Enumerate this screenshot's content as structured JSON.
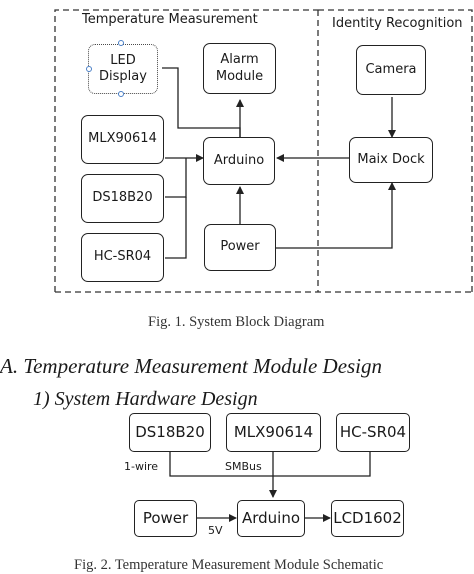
{
  "figure1": {
    "regions": {
      "temperature": "Temperature Measurement",
      "identity": "Identity Recognition"
    },
    "blocks": {
      "led_display": "LED\nDisplay",
      "alarm_module": "Alarm\nModule",
      "camera": "Camera",
      "mlx90614": "MLX90614",
      "arduino": "Arduino",
      "maix_dock": "Maix Dock",
      "ds18b20": "DS18B20",
      "hc_sr04": "HC-SR04",
      "power": "Power"
    },
    "caption": "Fig. 1.   System Block Diagram"
  },
  "section_heading": "A.  Temperature Measurement Module Design",
  "subsection_heading": "1)  System Hardware Design",
  "figure2": {
    "blocks": {
      "ds18b20": "DS18B20",
      "mlx90614": "MLX90614",
      "hc_sr04": "HC-SR04",
      "power": "Power",
      "arduino": "Arduino",
      "lcd1602": "LCD1602"
    },
    "labels": {
      "one_wire": "1-wire",
      "smbus": "SMBus",
      "five_v": "5V"
    },
    "caption": "Fig. 2.   Temperature Measurement Module Schematic"
  }
}
